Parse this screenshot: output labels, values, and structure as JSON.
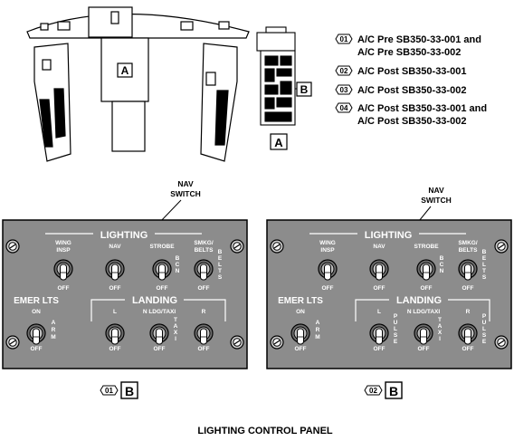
{
  "title": "LIGHTING CONTROL PANEL",
  "callout_nav": {
    "line1": "NAV",
    "line2": "SWITCH"
  },
  "labels": {
    "A": "A",
    "B": "B"
  },
  "legend": [
    {
      "tag": "01",
      "line1": "A/C Pre SB350-33-001 and",
      "line2": "A/C Pre SB350-33-002"
    },
    {
      "tag": "02",
      "line1": "A/C Post SB350-33-001",
      "line2": ""
    },
    {
      "tag": "03",
      "line1": "A/C Post SB350-33-002",
      "line2": ""
    },
    {
      "tag": "04",
      "line1": "A/C Post SB350-33-001 and",
      "line2": "A/C Post SB350-33-002"
    }
  ],
  "panels": [
    {
      "tag": "01",
      "view_letter": "B",
      "header": "LIGHTING",
      "landing_header": "LANDING",
      "emer_header": "EMER LTS",
      "wing_insp": {
        "l1": "WING",
        "l2": "INSP",
        "off": "OFF"
      },
      "nav": {
        "l1": "NAV",
        "off": "OFF"
      },
      "strobe": {
        "l1": "STROBE",
        "side": [
          "B",
          "C",
          "N"
        ],
        "off": "OFF"
      },
      "smkg": {
        "l1": "SMKG/",
        "l2": "BELTS",
        "side": [
          "B",
          "E",
          "L",
          "T",
          "S"
        ],
        "off": "OFF"
      },
      "emer": {
        "on": "ON",
        "side": [
          "A",
          "R",
          "M"
        ],
        "off": "OFF"
      },
      "land_l": {
        "l1": "L",
        "side": [],
        "off": "OFF"
      },
      "land_n": {
        "l1": "N LDG/TAXI",
        "side": [
          "T",
          "A",
          "X",
          "I"
        ],
        "off": "OFF"
      },
      "land_r": {
        "l1": "R",
        "side": [],
        "off": "OFF"
      }
    },
    {
      "tag": "02",
      "view_letter": "B",
      "header": "LIGHTING",
      "landing_header": "LANDING",
      "emer_header": "EMER LTS",
      "wing_insp": {
        "l1": "WING",
        "l2": "INSP",
        "off": "OFF"
      },
      "nav": {
        "l1": "NAV",
        "off": "OFF"
      },
      "strobe": {
        "l1": "STROBE",
        "side": [
          "B",
          "C",
          "N"
        ],
        "off": "OFF"
      },
      "smkg": {
        "l1": "SMKG/",
        "l2": "BELTS",
        "side": [
          "B",
          "E",
          "L",
          "T",
          "S"
        ],
        "off": "OFF"
      },
      "emer": {
        "on": "ON",
        "side": [
          "A",
          "R",
          "M"
        ],
        "off": "OFF"
      },
      "land_l": {
        "l1": "L",
        "side": [
          "P",
          "U",
          "L",
          "S",
          "E"
        ],
        "off": "OFF"
      },
      "land_n": {
        "l1": "N LDG/TAXI",
        "side": [
          "T",
          "A",
          "X",
          "I"
        ],
        "off": "OFF"
      },
      "land_r": {
        "l1": "R",
        "side": [
          "P",
          "U",
          "L",
          "S",
          "E"
        ],
        "off": "OFF"
      }
    }
  ]
}
